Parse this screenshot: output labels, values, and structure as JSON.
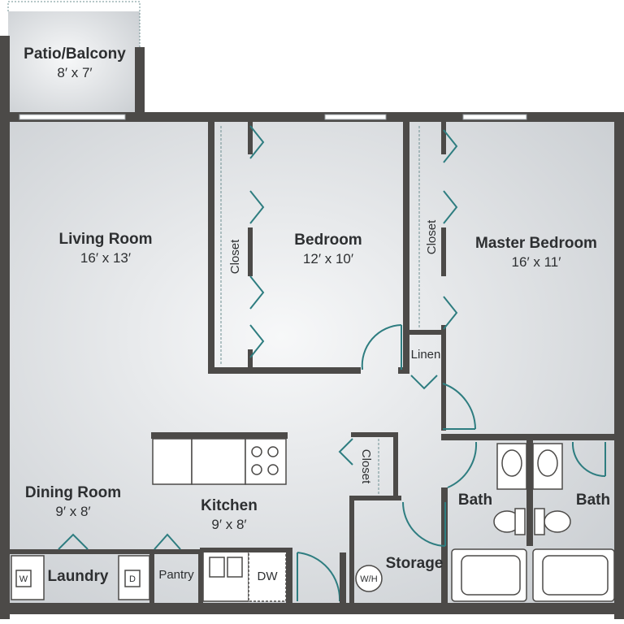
{
  "rooms": {
    "patio": {
      "name": "Patio/Balcony",
      "dim": "8′ x 7′"
    },
    "living": {
      "name": "Living Room",
      "dim": "16′ x 13′"
    },
    "bedroom": {
      "name": "Bedroom",
      "dim": "12′ x 10′"
    },
    "master": {
      "name": "Master Bedroom",
      "dim": "16′ x 11′"
    },
    "dining": {
      "name": "Dining Room",
      "dim": "9′ x 8′"
    },
    "kitchen": {
      "name": "Kitchen",
      "dim": "9′ x 8′"
    }
  },
  "labels": {
    "closet_bedroom": "Closet",
    "closet_master": "Closet",
    "closet_hall": "Closet",
    "linen": "Linen",
    "laundry": "Laundry",
    "pantry": "Pantry",
    "storage": "Storage",
    "bath_left": "Bath",
    "bath_right": "Bath",
    "dishwasher": "DW",
    "washer": "W",
    "dryer": "D",
    "water_heater": "W/H"
  },
  "colors": {
    "wall": "#4c4a48",
    "floor": "#e4e6e8",
    "door_arc": "#2e7d80"
  }
}
